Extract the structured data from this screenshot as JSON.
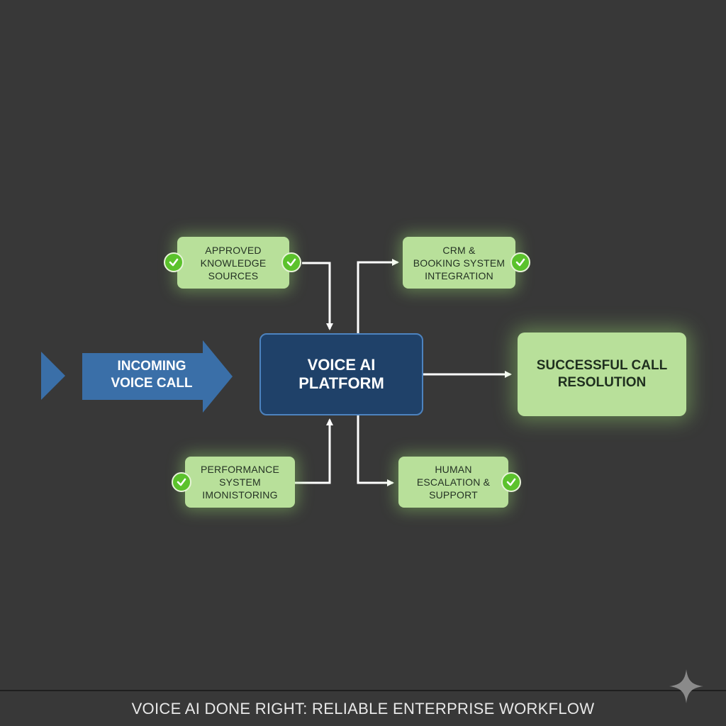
{
  "diagram": {
    "incoming": {
      "label": "INCOMING\nVOICE CALL",
      "icon": "right-chevron"
    },
    "platform": {
      "label": "VOICE AI\nPLATFORM"
    },
    "result": {
      "label": "SUCCESSFUL CALL\nRESOLUTION"
    },
    "inputs": [
      {
        "label": "APPROVED\nKNOWLEDGE\nSOURCES",
        "checks": 2
      },
      {
        "label": "PERFORMANCE\nSYSTEM\nIMONISTORING",
        "checks": 1
      }
    ],
    "outputs": [
      {
        "label": "CRM &\nBOOKING SYSTEM\nINTEGRATION",
        "checks": 1
      },
      {
        "label": "HUMAN\nESCALATION &\nSUPPORT",
        "checks": 1
      }
    ],
    "colors": {
      "background": "#383838",
      "incoming_arrow": "#3a6fa8",
      "platform_fill": "#1f4169",
      "platform_border": "#4d83bf",
      "green_box": "#b8e09a",
      "check": "#5bc22c",
      "connector": "#ffffff"
    }
  },
  "footer": {
    "title": "VOICE AI DONE RIGHT: RELIABLE ENTERPRISE WORKFLOW"
  }
}
